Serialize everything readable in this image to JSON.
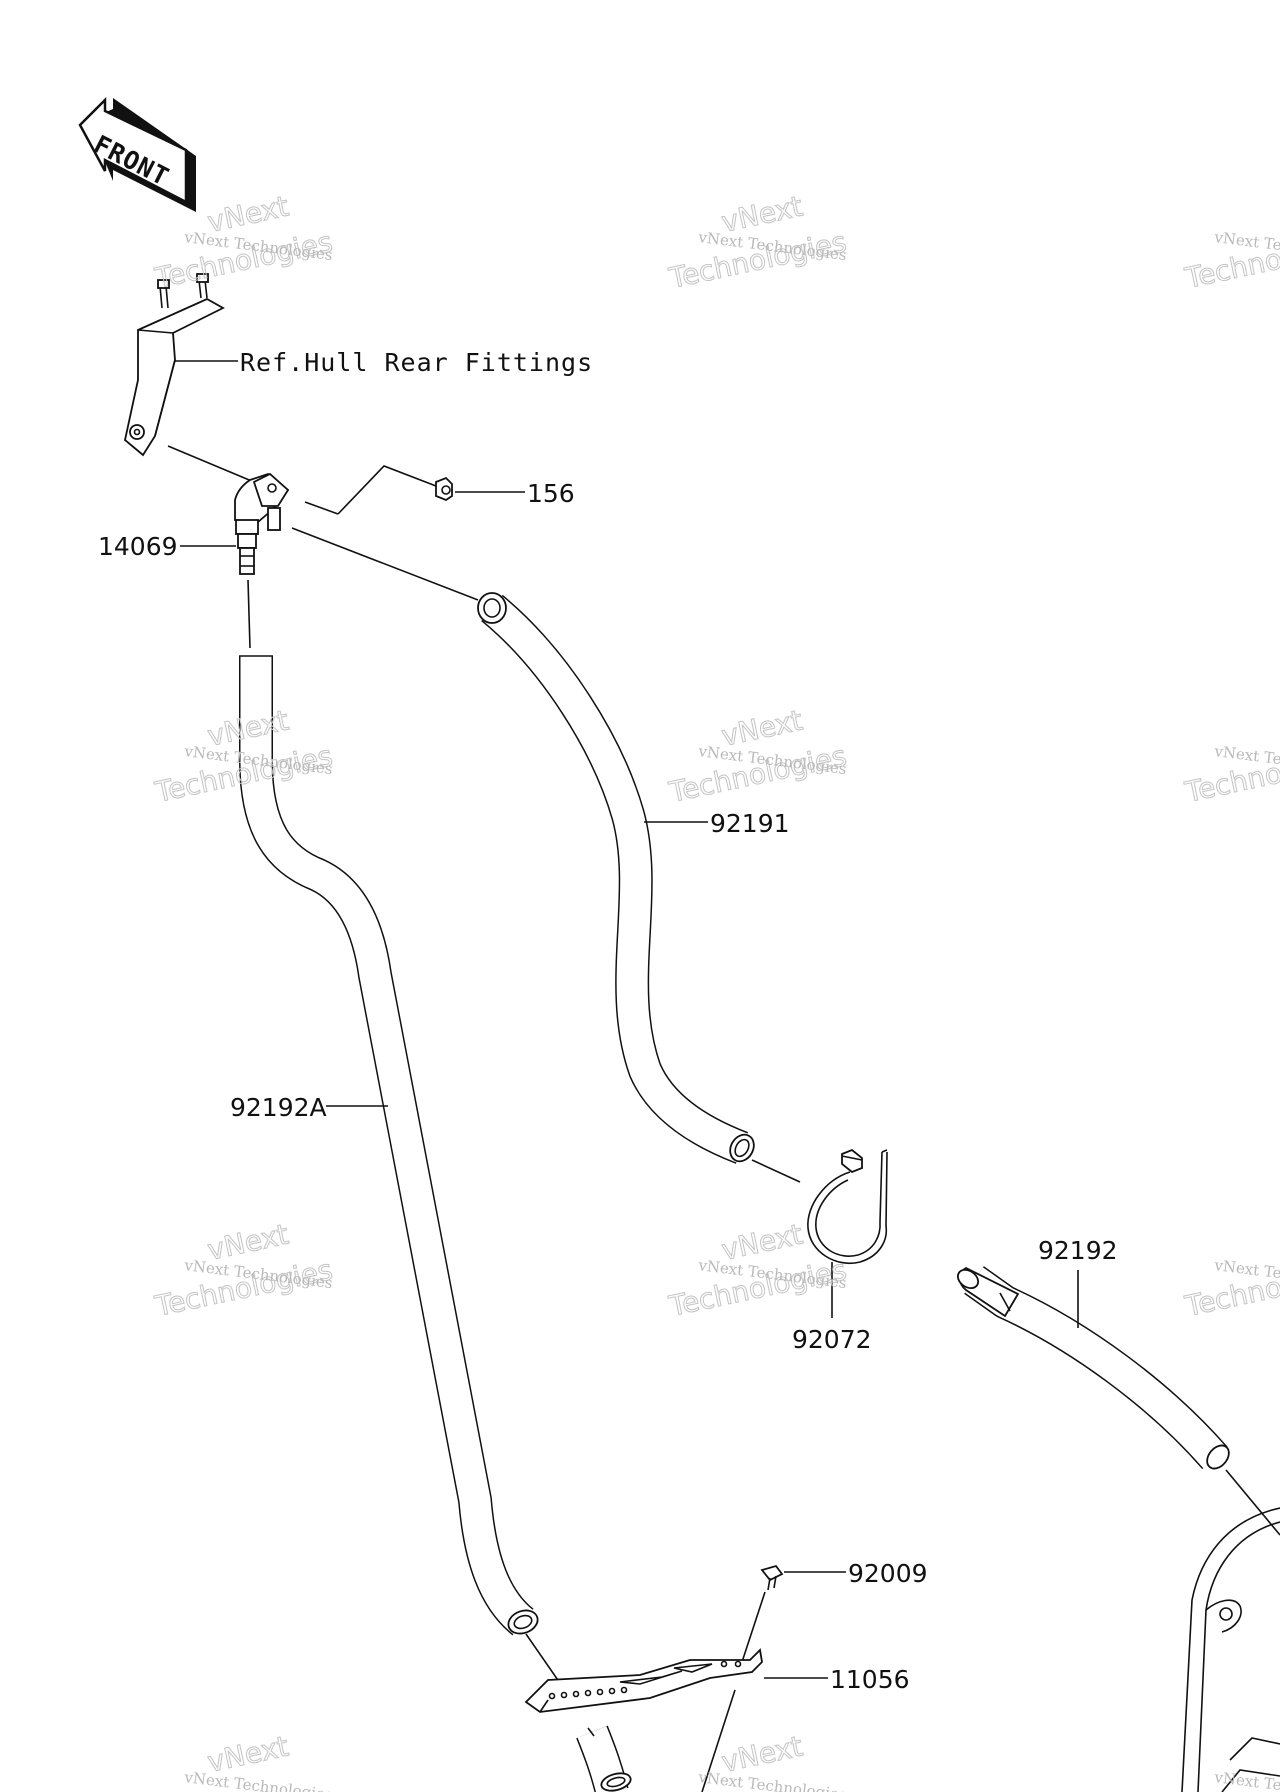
{
  "front_label": "FRONT",
  "labels": {
    "ref_hull": "Ref.Hull Rear Fittings",
    "p156": "156",
    "p14069": "14069",
    "p92191": "92191",
    "p92192a": "92192A",
    "p92072": "92072",
    "p92192": "92192",
    "p92009": "92009",
    "p11056": "11056"
  },
  "watermark": {
    "line1": "vNext Technologies",
    "line2": "Technologies",
    "line3": "vNext"
  }
}
